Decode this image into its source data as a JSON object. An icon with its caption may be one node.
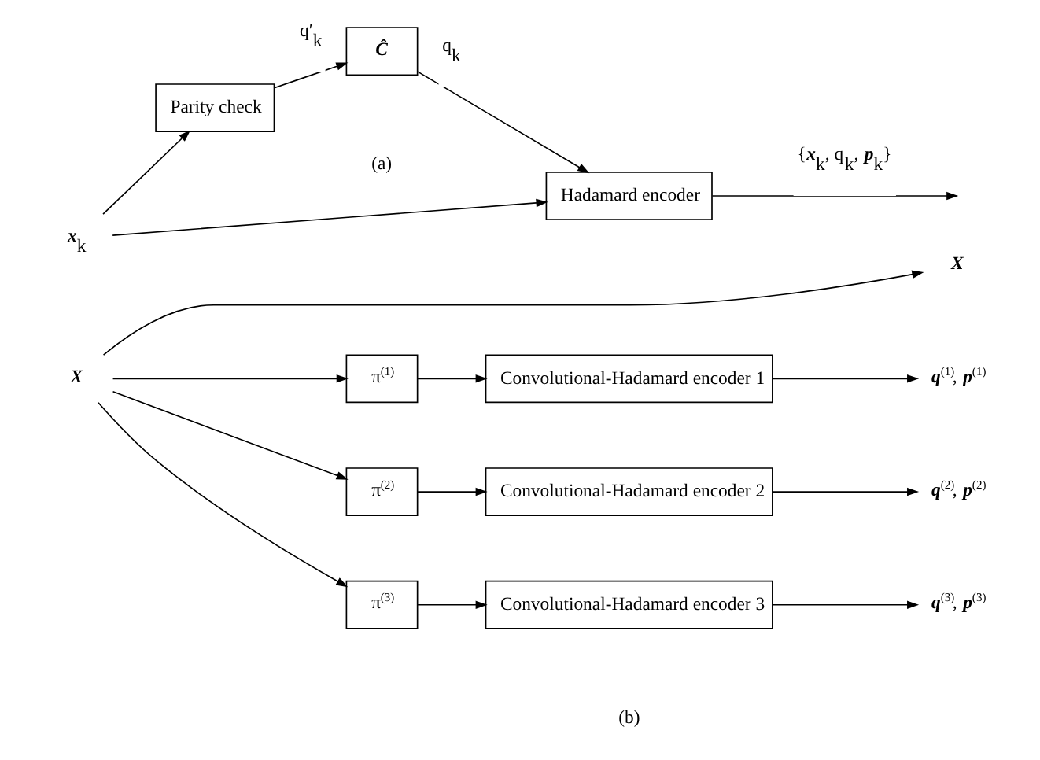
{
  "diagram": {
    "nodes": [
      {
        "text": [
          "**x**$_{k}$"
        ]
      },
      {
        "text": [
          "Parity check"
        ]
      },
      {
        "text": [
          "Ĉ"
        ]
      },
      {
        "text": [
          "Hadamard encoder"
        ]
      },
      {
        "text": [
          "X"
        ]
      },
      {
        "text": [
          "X"
        ]
      },
      {
        "text": [
          "π$^{(1)}$"
        ]
      },
      {
        "text": [
          "Convolutional-Hadamard encoder 1"
        ]
      },
      {
        "text": [
          "**q**$^{(1)}$, **p**$^{(1)}$"
        ]
      },
      {
        "text": [
          "π$^{(2)}$"
        ]
      },
      {
        "text": [
          "Convolutional-Hadamard encoder 2"
        ]
      },
      {
        "text": [
          "**q**$^{(2)}$, **p**$^{(2)}$"
        ]
      },
      {
        "text": [
          "π$^{(3)}$"
        ]
      },
      {
        "text": [
          "Convolutional-Hadamard encoder 3"
        ]
      },
      {
        "text": [
          "**q**$^{(3)}$, **p**$^{(3)}$"
        ]
      }
    ],
    "edges": [
      {
        "from": 0,
        "to": 1,
        "arrow": "to"
      },
      {
        "from": 0,
        "to": 3,
        "arrow": "to"
      },
      {
        "from": 1,
        "to": 2,
        "arrow": "to",
        "label": "q′$_{k}$"
      },
      {
        "from": 2,
        "to": 3,
        "arrow": "to",
        "label": "q$_{k}$"
      },
      {
        "from": 3,
        "to": null,
        "arrow": "to",
        "label": "{**x**$_{k}$, q$_{k}$, **p**$_{k}$}"
      },
      {
        "from": 4,
        "to": 5,
        "arrow": "to"
      },
      {
        "from": 4,
        "to": 6,
        "arrow": "to"
      },
      {
        "from": 4,
        "to": 9,
        "arrow": "to"
      },
      {
        "from": 4,
        "to": 12,
        "arrow": "to"
      },
      {
        "from": 6,
        "to": 7,
        "arrow": "to"
      },
      {
        "from": 7,
        "to": 8,
        "arrow": "to"
      },
      {
        "from": 9,
        "to": 10,
        "arrow": "to"
      },
      {
        "from": 10,
        "to": 11,
        "arrow": "to"
      },
      {
        "from": 12,
        "to": 13,
        "arrow": "to"
      },
      {
        "from": 13,
        "to": 14,
        "arrow": "to"
      }
    ],
    "labels": [
      "(a)",
      "(b)"
    ]
  }
}
